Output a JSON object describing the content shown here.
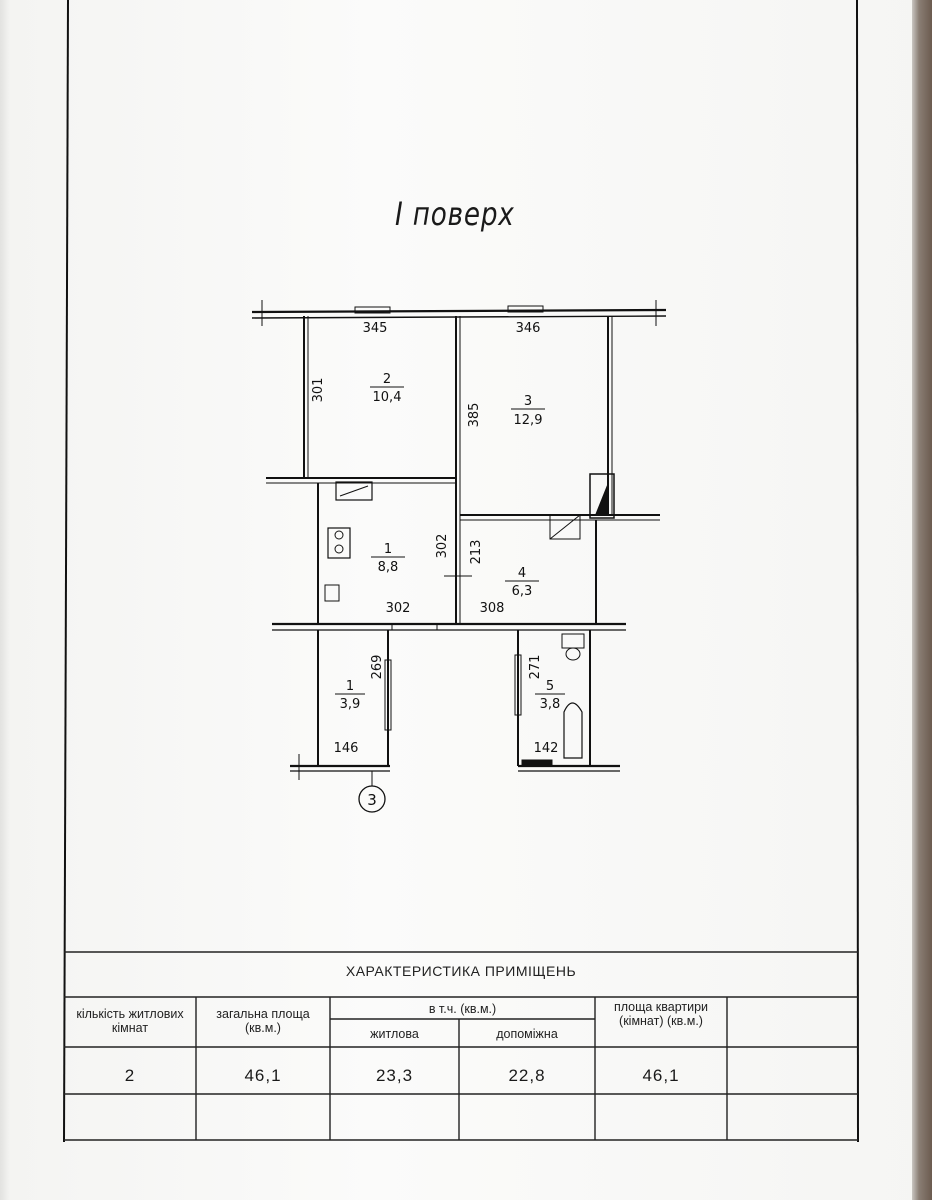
{
  "floor_title": "I поверх",
  "rooms": [
    {
      "number": "2",
      "area": "10,4"
    },
    {
      "number": "3",
      "area": "12,9"
    },
    {
      "number": "1",
      "area": "8,8"
    },
    {
      "number": "4",
      "area": "6,3"
    },
    {
      "number": "1",
      "area": "3,9"
    },
    {
      "number": "5",
      "area": "3,8"
    }
  ],
  "dimensions": [
    "345",
    "346",
    "301",
    "385",
    "302",
    "213",
    "302",
    "308",
    "269",
    "271",
    "146",
    "142"
  ],
  "axis_marker": "3",
  "table": {
    "title": "ХАРАКТЕРИСТИКА ПРИМІЩЕНЬ",
    "headers": {
      "rooms_count": "кількість житлових кімнат",
      "total_area": "загальна площа (кв.м.)",
      "including": "в т.ч. (кв.м.)",
      "living": "житлова",
      "auxiliary": "допоміжна",
      "apartment_area": "площа квартири (кімнат) (кв.м.)"
    },
    "row": {
      "rooms_count": "2",
      "total_area": "46,1",
      "living": "23,3",
      "auxiliary": "22,8",
      "apartment_area": "46,1"
    }
  }
}
